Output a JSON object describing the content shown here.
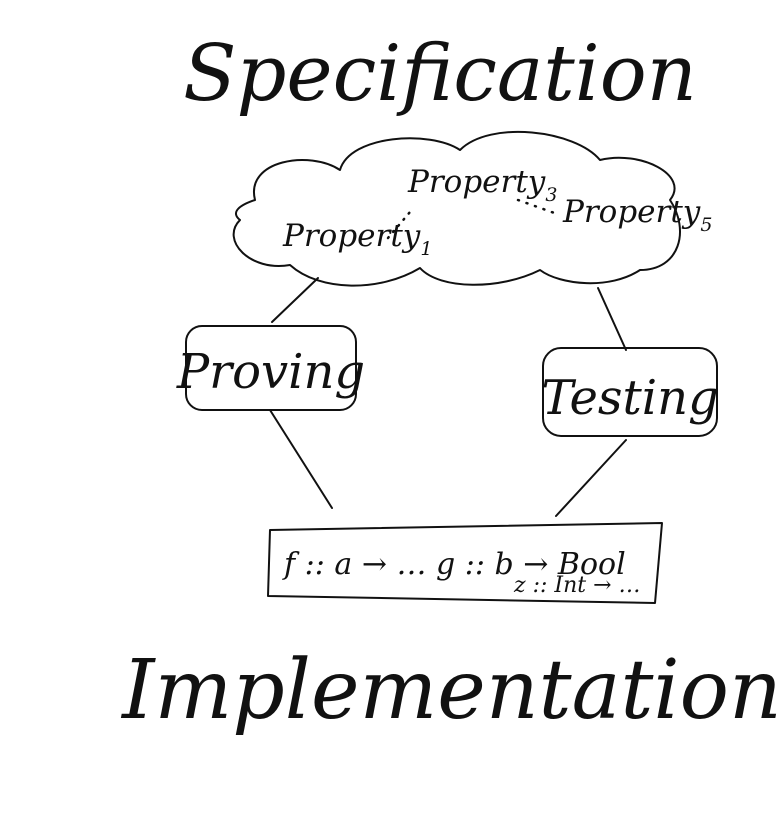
{
  "title": "Specification",
  "cloud": {
    "fill": "#bfe2f4",
    "properties": [
      {
        "base": "Property",
        "sub": "1"
      },
      {
        "base": "Property",
        "sub": "3"
      },
      {
        "base": "Property",
        "sub": "5"
      }
    ]
  },
  "proving": {
    "label": "Proving",
    "fill": "#b2e3e0"
  },
  "testing": {
    "label": "Testing",
    "fill": "#e5d3e8"
  },
  "code_box": {
    "fill": "#faf3e3",
    "line1": "f :: a → … g :: b → Bool",
    "line2": "z :: Int → …"
  },
  "bottom": "Implementation"
}
